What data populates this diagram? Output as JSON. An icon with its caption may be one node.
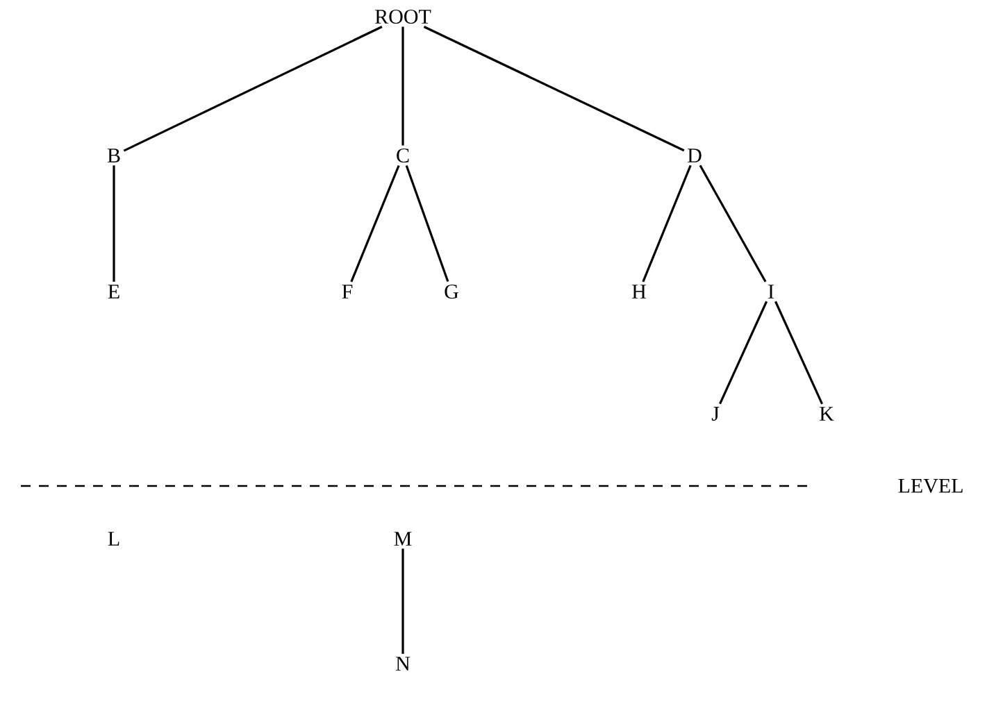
{
  "diagram": {
    "nodes": [
      {
        "text": [
          "ROOT"
        ]
      },
      {
        "text": [
          "B"
        ]
      },
      {
        "text": [
          "C"
        ]
      },
      {
        "text": [
          "D"
        ]
      },
      {
        "text": [
          "E"
        ]
      },
      {
        "text": [
          "F"
        ]
      },
      {
        "text": [
          "G"
        ]
      },
      {
        "text": [
          "H"
        ]
      },
      {
        "text": [
          "I"
        ]
      },
      {
        "text": [
          "J"
        ]
      },
      {
        "text": [
          "K"
        ]
      },
      {
        "text": [
          "L"
        ]
      },
      {
        "text": [
          "M"
        ]
      },
      {
        "text": [
          "N"
        ]
      }
    ],
    "edges": [
      {
        "from": 0,
        "to": 1,
        "arrow": "none"
      },
      {
        "from": 0,
        "to": 2,
        "arrow": "none"
      },
      {
        "from": 0,
        "to": 3,
        "arrow": "none"
      },
      {
        "from": 1,
        "to": 4,
        "arrow": "none"
      },
      {
        "from": 2,
        "to": 5,
        "arrow": "none"
      },
      {
        "from": 2,
        "to": 6,
        "arrow": "none"
      },
      {
        "from": 3,
        "to": 7,
        "arrow": "none"
      },
      {
        "from": 3,
        "to": 8,
        "arrow": "none"
      },
      {
        "from": 8,
        "to": 9,
        "arrow": "none"
      },
      {
        "from": 8,
        "to": 10,
        "arrow": "none"
      },
      {
        "from": 12,
        "to": 13,
        "arrow": "none"
      }
    ],
    "labels": [
      "LEVEL"
    ]
  }
}
